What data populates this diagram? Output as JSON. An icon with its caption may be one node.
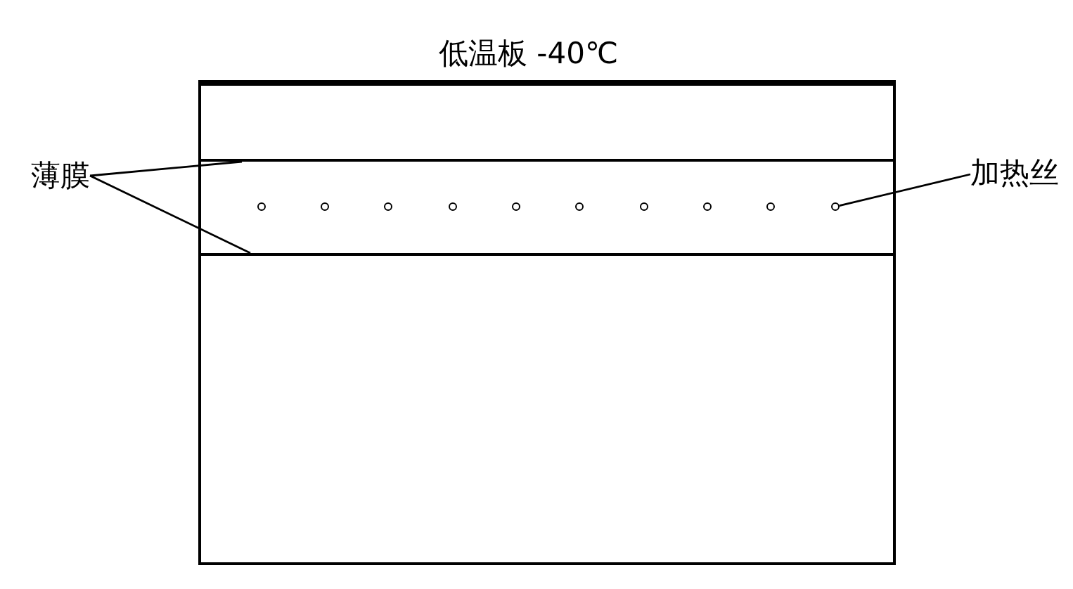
{
  "diagram": {
    "nodes": [
      {
        "text": [],
        "shape": "box"
      },
      {
        "text": [],
        "shape": "bar",
        "in": 0
      },
      {
        "text": [],
        "shape": "bar",
        "in": 0
      },
      {
        "text": [],
        "shape": "circle",
        "in": 0
      },
      {
        "text": [],
        "shape": "circle",
        "in": 0
      },
      {
        "text": [],
        "shape": "circle",
        "in": 0
      },
      {
        "text": [],
        "shape": "circle",
        "in": 0
      },
      {
        "text": [],
        "shape": "circle",
        "in": 0
      },
      {
        "text": [],
        "shape": "circle",
        "in": 0
      },
      {
        "text": [],
        "shape": "circle",
        "in": 0
      },
      {
        "text": [],
        "shape": "circle",
        "in": 0
      },
      {
        "text": [],
        "shape": "circle",
        "in": 0
      },
      {
        "text": [],
        "shape": "circle",
        "in": 0
      },
      {
        "text": [
          "薄膜"
        ]
      },
      {
        "text": [
          "加热丝"
        ]
      }
    ],
    "edges": [
      {
        "from": 13,
        "to": 1,
        "arrow": "none"
      },
      {
        "from": 13,
        "to": 2,
        "arrow": "none"
      },
      {
        "from": 14,
        "to": 12,
        "arrow": "none"
      }
    ],
    "labels": [
      "低温板 -40℃"
    ]
  }
}
